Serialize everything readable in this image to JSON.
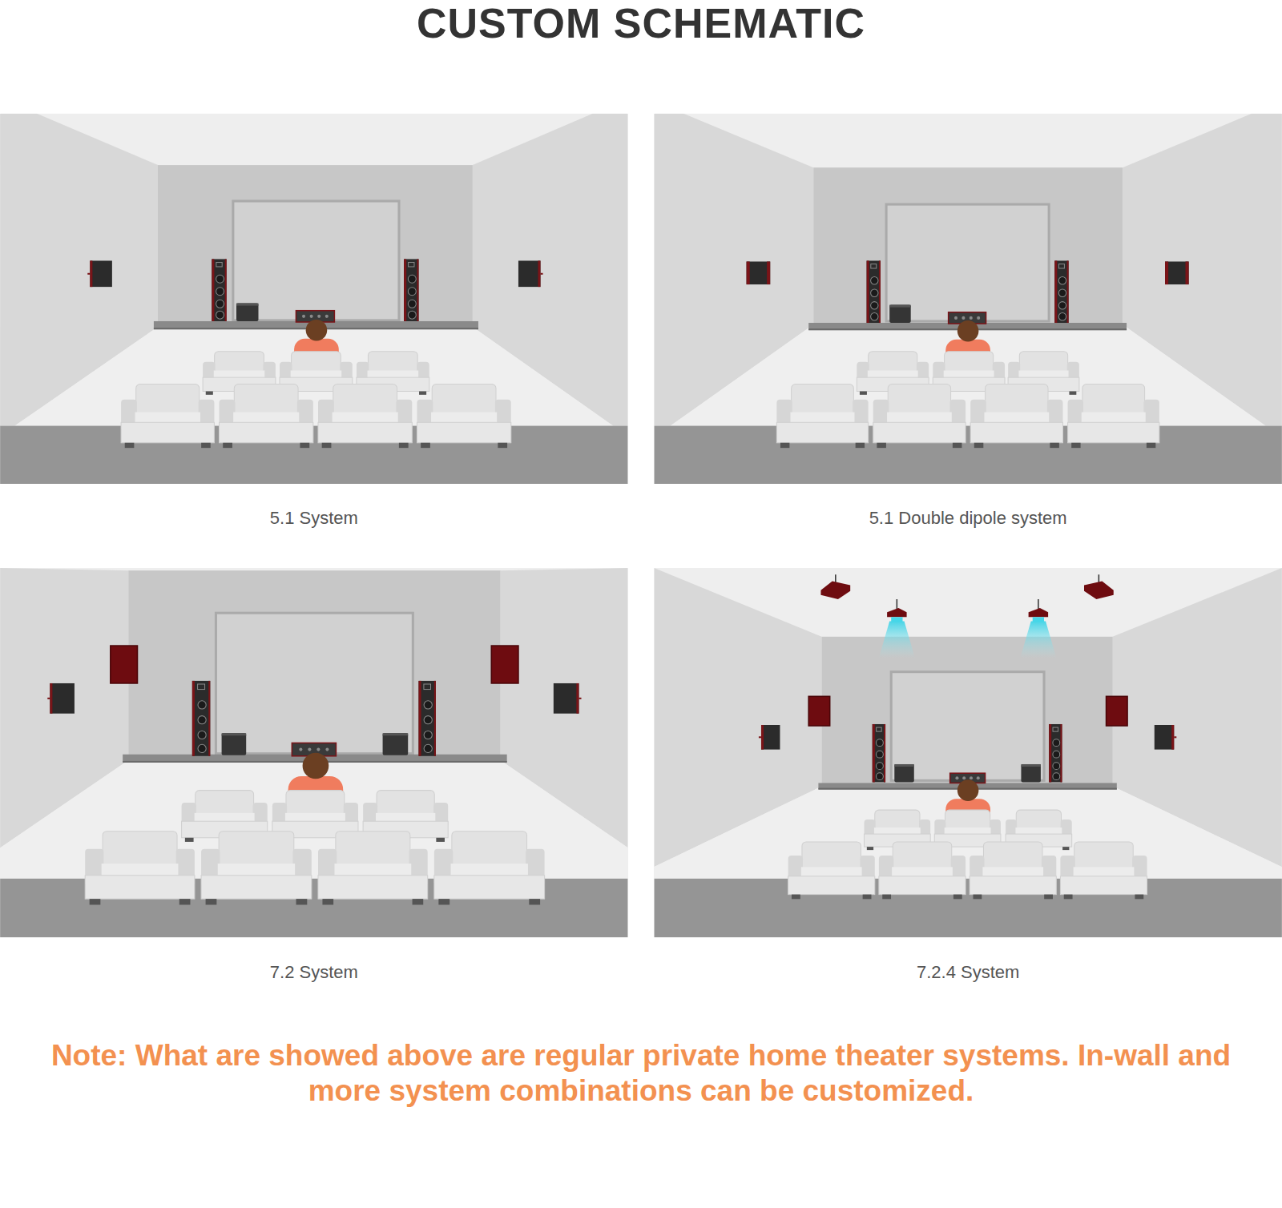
{
  "diagram": {
    "title": "CUSTOM SCHEMATIC",
    "nodes": [
      {
        "text": [
          "5.1 System"
        ]
      },
      {
        "text": [
          "5.1 Double dipole system"
        ]
      },
      {
        "text": [
          "7.2 System"
        ]
      },
      {
        "text": [
          "7.2.4 System"
        ]
      }
    ],
    "labels": [
      "Note: What are showed above are regular private home theater systems. In-wall and more system combinations can be customized."
    ]
  }
}
